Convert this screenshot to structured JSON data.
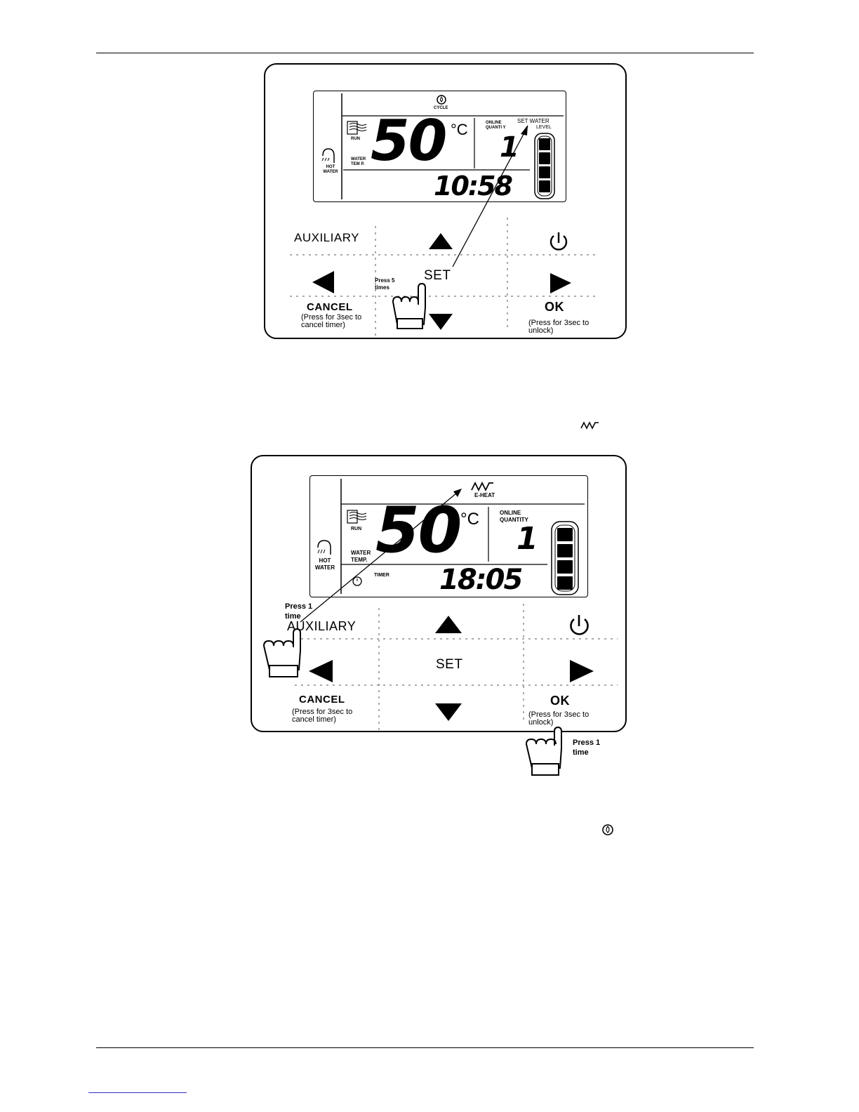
{
  "panel1": {
    "cycle_label": "CYCLE",
    "online_quantity_label": "ONLINE QUANTI Y",
    "set_water_label": "SET WATER",
    "level_label": "LEVEL",
    "run_label": "RUN",
    "water_temp_label": "WATER TEM P.",
    "hot_water_label": "HOT WATER",
    "temp_value": "50",
    "temp_unit": "°C",
    "quantity_value": "1",
    "time_value": "10:58",
    "level_bars": 4,
    "auxiliary": "AUXILIARY",
    "set": "SET",
    "cancel": "CANCEL",
    "cancel_note": "(Press for 3sec to cancel timer)",
    "ok": "OK",
    "ok_note": "(Press for 3sec to unlock)",
    "press_note": "Press 5 times"
  },
  "panel2": {
    "eheat_label": "E-HEAT",
    "online_quantity_label": "ONLINE QUANTITY",
    "run_label": "RUN",
    "water_temp_label": "WATER TEMP.",
    "hot_water_label": "HOT WATER",
    "timer_label": "TIMER",
    "temp_value": "50",
    "temp_unit": "°C",
    "quantity_value": "1",
    "time_value": "18:05",
    "level_bars": 4,
    "auxiliary": "AUXILIARY",
    "set": "SET",
    "cancel": "CANCEL",
    "cancel_note": "(Press for 3sec to cancel timer)",
    "ok": "OK",
    "ok_note": "(Press for 3sec to unlock)",
    "press_aux": "Press 1 time",
    "press_ok": "Press 1 time"
  },
  "icons": {
    "eheat": "e-heat-icon",
    "cycle": "cycle-icon",
    "power": "power-icon",
    "hand": "hand-pointer-icon"
  }
}
